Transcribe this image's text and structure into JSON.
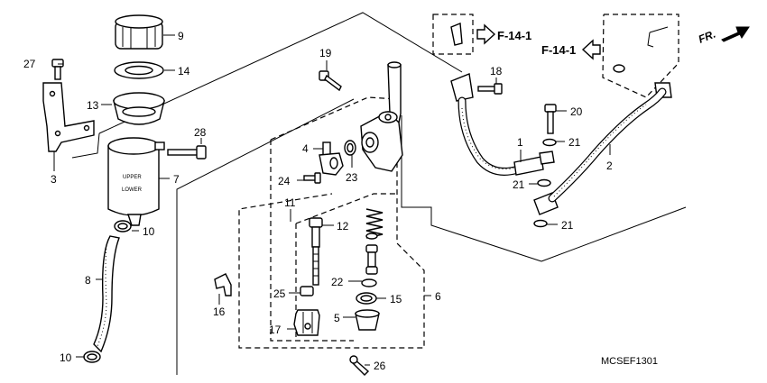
{
  "callouts": {
    "p1": "1",
    "p2": "2",
    "p3": "3",
    "p4": "4",
    "p5": "5",
    "p6": "6",
    "p7": "7",
    "p8": "8",
    "p9": "9",
    "p10a": "10",
    "p10b": "10",
    "p11": "11",
    "p12": "12",
    "p13": "13",
    "p14": "14",
    "p15": "15",
    "p16": "16",
    "p17": "17",
    "p18": "18",
    "p19": "19",
    "p20": "20",
    "p21a": "21",
    "p21b": "21",
    "p21c": "21",
    "p22": "22",
    "p23": "23",
    "p24": "24",
    "p25": "25",
    "p26": "26",
    "p27": "27",
    "p28": "28"
  },
  "references": {
    "ref_right": "F-14-1",
    "ref_left": "F-14-1"
  },
  "reservoir_marks": {
    "upper": "UPPER",
    "lower": "LOWER"
  },
  "direction": "FR.",
  "diagram_code": "MCSEF1301"
}
